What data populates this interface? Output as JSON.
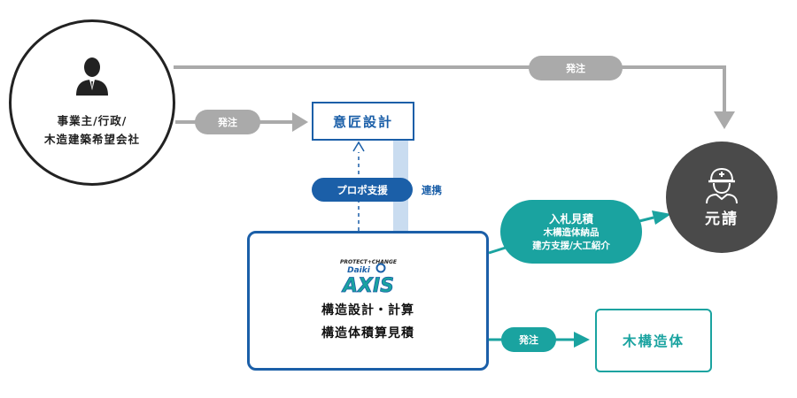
{
  "client": {
    "line1": "事業主/行政/",
    "line2": "木造建築希望会社",
    "icon": "person-icon"
  },
  "contractor": {
    "label": "元請",
    "icon": "construction-worker-icon"
  },
  "design_office": {
    "label": "意匠設計"
  },
  "proposal_support": {
    "label": "プロポ支援"
  },
  "collaboration": {
    "label": "連携"
  },
  "main_box": {
    "logo_tagline": "PROTECT+CHANGE",
    "logo_brand": "Daiki",
    "logo_name": "AXIS",
    "line1": "構造設計・計算",
    "line2": "構造体積算見積"
  },
  "bid_pill": {
    "title": "入札見積",
    "line1": "木構造体納品",
    "line2": "建方支援/大工紹介"
  },
  "orders": {
    "top": "発注",
    "client_to_design": "発注",
    "main_to_wood": "発注"
  },
  "wood_structure": {
    "label": "木構造体"
  },
  "colors": {
    "blue": "#1b5fa8",
    "teal": "#1aa3a0",
    "gray": "#aaaaaa",
    "dark": "#4a4a4a",
    "light_blue": "#c9dcf0"
  }
}
